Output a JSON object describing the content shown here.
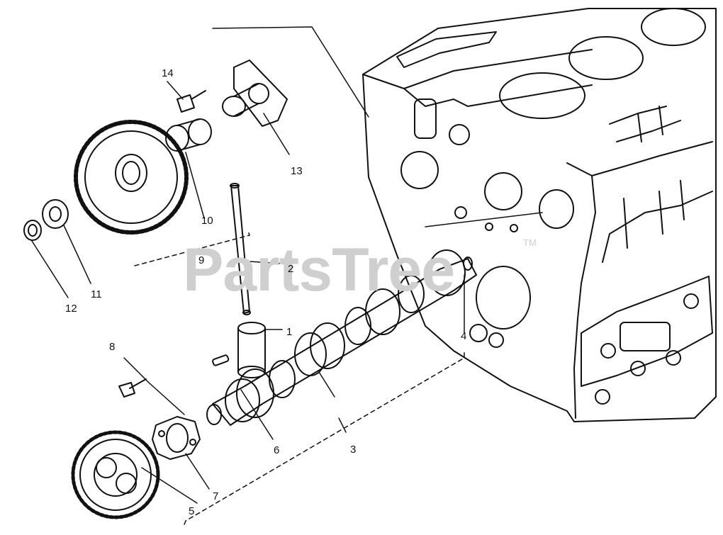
{
  "watermark": {
    "brand": "PartsTree",
    "trademark": "TM"
  },
  "callouts": [
    "1",
    "2",
    "3",
    "4",
    "5",
    "6",
    "7",
    "8",
    "9",
    "10",
    "11",
    "12",
    "13",
    "14"
  ],
  "colors": {
    "ink": "#111111",
    "watermark": "#cfcfcf",
    "background": "#ffffff"
  }
}
